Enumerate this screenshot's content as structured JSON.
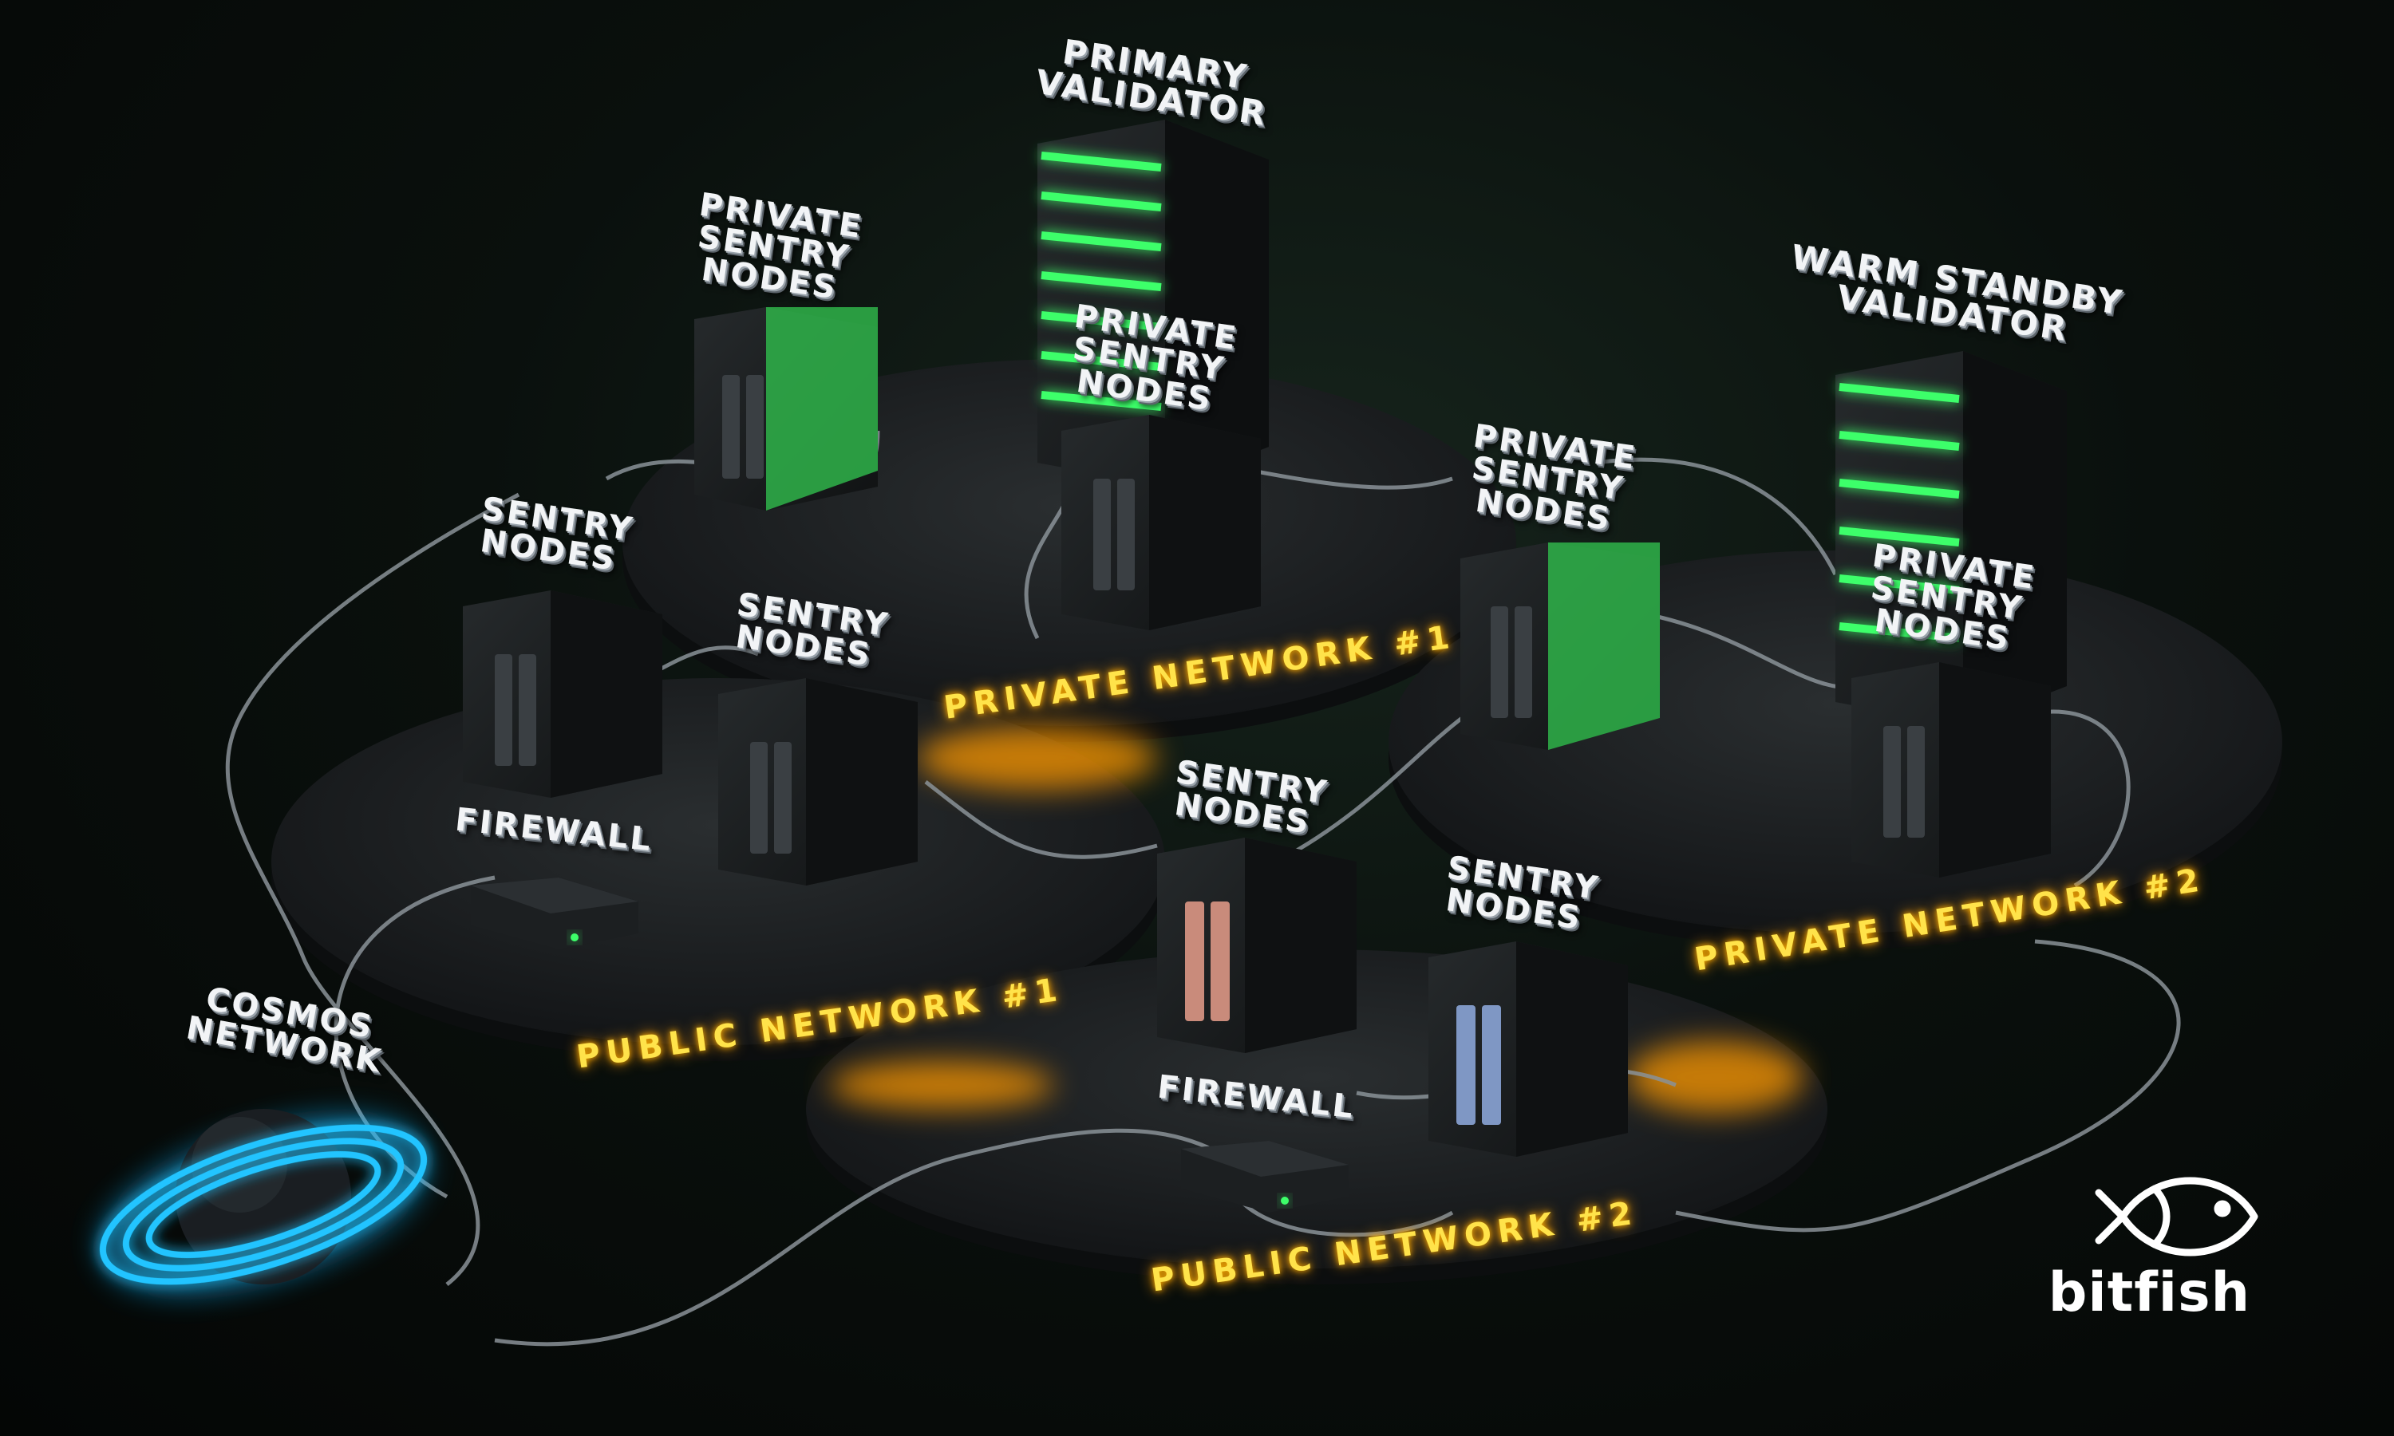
{
  "labels": {
    "primary_validator": [
      "PRIMARY",
      "VALIDATOR"
    ],
    "warm_standby_validator": [
      "WARM STANDBY",
      "VALIDATOR"
    ],
    "private_sentry_nodes_a": [
      "PRIVATE",
      "SENTRY",
      "NODES"
    ],
    "private_sentry_nodes_b": [
      "PRIVATE",
      "SENTRY",
      "NODES"
    ],
    "private_sentry_nodes_c": [
      "PRIVATE",
      "SENTRY",
      "NODES"
    ],
    "private_sentry_nodes_d": [
      "PRIVATE",
      "SENTRY",
      "NODES"
    ],
    "sentry_nodes_a": [
      "SENTRY",
      "NODES"
    ],
    "sentry_nodes_b": [
      "SENTRY",
      "NODES"
    ],
    "sentry_nodes_c": [
      "SENTRY",
      "NODES"
    ],
    "sentry_nodes_d": [
      "SENTRY",
      "NODES"
    ],
    "firewall_1": "FIREWALL",
    "firewall_2": "FIREWALL",
    "cosmos_network": [
      "COSMOS",
      "NETWORK"
    ]
  },
  "networks": {
    "private_1": "PRIVATE NETWORK #1",
    "private_2": "PRIVATE NETWORK #2",
    "public_1": "PUBLIC NETWORK #1",
    "public_2": "PUBLIC NETWORK #2"
  },
  "brand": {
    "name": "bitfish",
    "icon": "fish-icon"
  },
  "colors": {
    "validator_glow": "#3dff6a",
    "network_label": "#ffe34a",
    "cosmos_ring": "#19b6ff",
    "platform": "#1a1d1f"
  }
}
